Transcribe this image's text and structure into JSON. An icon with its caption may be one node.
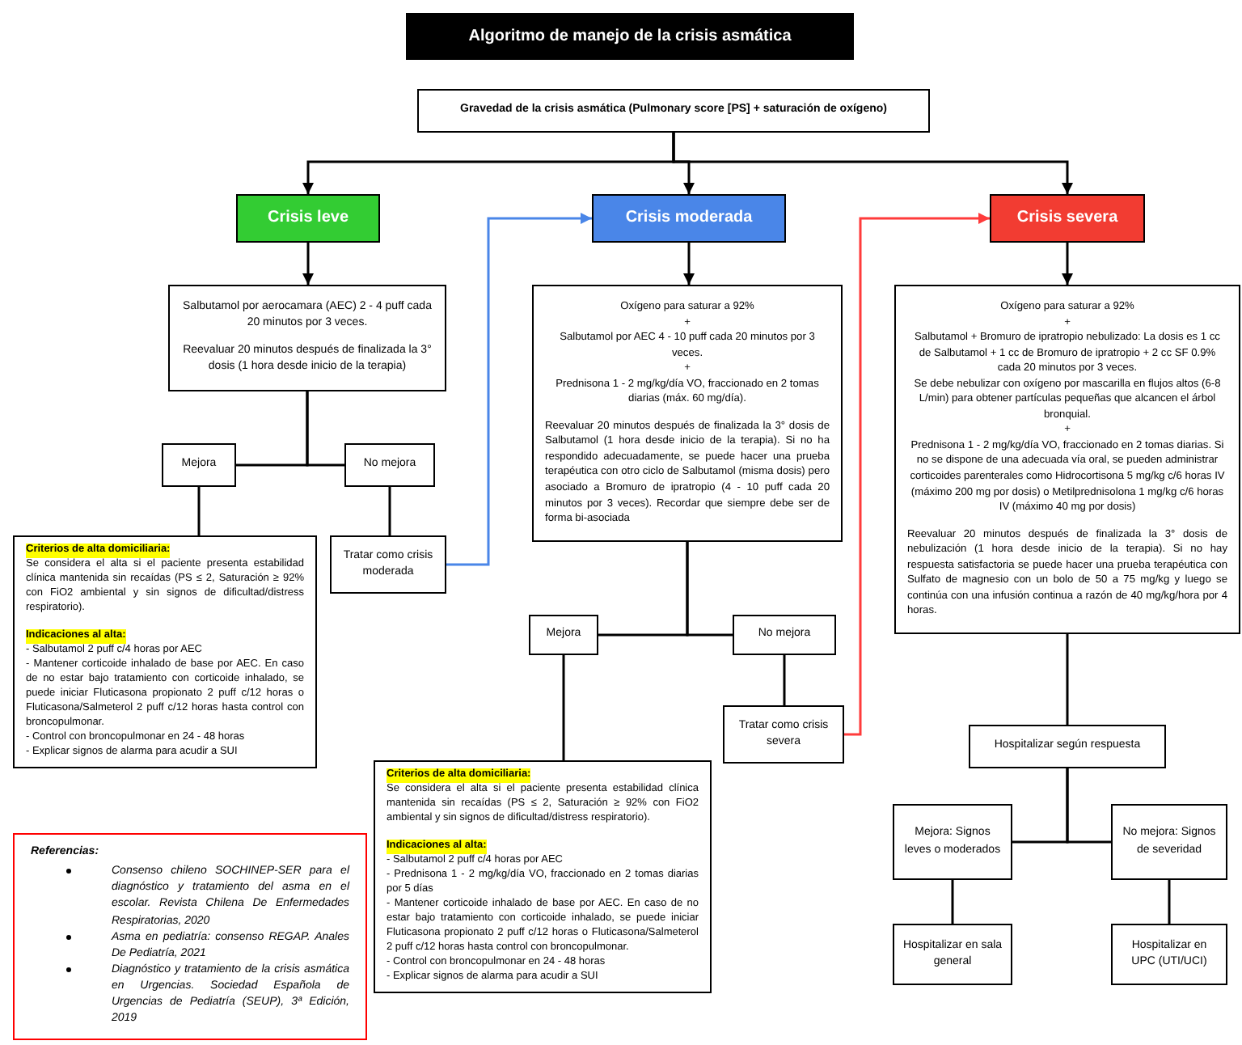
{
  "diagram": {
    "title": "Algoritmo de manejo de la crisis asmática",
    "nodes": [
      {
        "text": [
          "Gravedad de la crisis asmática (Pulmonary score [PS] + saturación de oxígeno)"
        ]
      },
      {
        "text": [
          "Crisis leve"
        ]
      },
      {
        "text": [
          "Crisis moderada"
        ]
      },
      {
        "text": [
          "Crisis severa"
        ]
      },
      {
        "text": [
          "Salbutamol por aerocamara (AEC) 2 - 4 puff cada 20 minutos por 3 veces.",
          "Reevaluar 20 minutos después de finalizada la 3° dosis (1 hora desde inicio de la terapia)"
        ]
      },
      {
        "text": [
          "Mejora"
        ]
      },
      {
        "text": [
          "No mejora"
        ]
      },
      {
        "text": [
          "Criterios de alta domiciliaria:",
          "Se considera el alta si el paciente presenta estabilidad clínica mantenida sin recaídas (PS ≤ 2, Saturación ≥ 92% con FiO2 ambiental y sin signos de dificultad/distress respiratorio).",
          "Indicaciones al alta:",
          "- Salbutamol 2 puff c/4 horas por AEC",
          "- Mantener corticoide inhalado de base por AEC. En caso de no estar bajo tratamiento con corticoide inhalado, se puede iniciar Fluticasona propionato 2 puff c/12 horas o Fluticasona/Salmeterol 2 puff c/12 horas hasta control con broncopulmonar.",
          "- Control con broncopulmonar en 24 - 48 horas",
          "- Explicar signos de alarma para acudir a SUI"
        ]
      },
      {
        "text": [
          "Tratar como crisis moderada"
        ]
      },
      {
        "text": [
          "Oxígeno para saturar a 92%",
          "+",
          "Salbutamol por AEC 4 - 10 puff cada 20 minutos por 3 veces.",
          "+",
          "Prednisona 1 - 2 mg/kg/día VO, fraccionado en 2 tomas diarias (máx. 60 mg/día).",
          "Reevaluar 20 minutos después de finalizada la 3° dosis de Salbutamol (1 hora desde inicio de la terapia). Si no ha respondido adecuadamente, se puede hacer una prueba terapéutica con otro ciclo de Salbutamol (misma dosis) pero asociado a Bromuro de ipratropio (4 - 10 puff cada 20 minutos por 3 veces). Recordar que siempre debe ser de forma bi-asociada"
        ]
      },
      {
        "text": [
          "Mejora"
        ]
      },
      {
        "text": [
          "No mejora"
        ]
      },
      {
        "text": [
          "Criterios de alta domiciliaria:",
          "Se considera el alta si el paciente presenta estabilidad clínica mantenida sin recaídas (PS ≤ 2, Saturación ≥ 92% con FiO2 ambiental y sin signos de dificultad/distress respiratorio).",
          "Indicaciones al alta:",
          "- Salbutamol 2 puff c/4 horas por AEC",
          "- Prednisona 1 - 2 mg/kg/día VO, fraccionado en 2 tomas diarias por 5 días",
          "- Mantener corticoide inhalado de base por AEC. En caso de no estar bajo tratamiento con corticoide inhalado, se puede iniciar Fluticasona propionato 2 puff c/12 horas o Fluticasona/Salmeterol 2 puff c/12 horas hasta control con broncopulmonar.",
          "- Control con broncopulmonar en 24 - 48 horas",
          "- Explicar signos de alarma para acudir a SUI"
        ]
      },
      {
        "text": [
          "Tratar como crisis severa"
        ]
      },
      {
        "text": [
          "Oxígeno para saturar a 92%",
          "+",
          "Salbutamol + Bromuro de ipratropio nebulizado: La dosis es 1 cc de Salbutamol + 1 cc de Bromuro de ipratropio + 2 cc SF 0.9% cada 20 minutos por 3 veces.",
          "Se debe nebulizar con oxígeno por mascarilla en flujos altos (6-8 L/min) para obtener partículas pequeñas que alcancen el árbol bronquial.",
          "+",
          "Prednisona 1 - 2 mg/kg/día VO, fraccionado en 2 tomas diarias. Si no se dispone de una adecuada vía oral, se pueden administrar corticoides parenterales como Hidrocortisona 5 mg/kg c/6 horas IV (máximo 200 mg por dosis) o Metilprednisolona 1 mg/kg c/6 horas IV (máximo 40 mg por dosis)",
          "Reevaluar 20 minutos después de finalizada la 3° dosis de nebulización (1 hora desde inicio de la terapia). Si no hay respuesta satisfactoria se puede hacer una prueba terapéutica con Sulfato de magnesio con un bolo de 50 a 75 mg/kg y luego se continúa con una infusión continua a razón de 40 mg/kg/hora por 4 horas."
        ]
      },
      {
        "text": [
          "Hospitalizar según respuesta"
        ]
      },
      {
        "text": [
          "Mejora: Signos leves o moderados"
        ]
      },
      {
        "text": [
          "No mejora: Signos de severidad"
        ]
      },
      {
        "text": [
          "Hospitalizar en sala general"
        ]
      },
      {
        "text": [
          "Hospitalizar en UPC (UTI/UCI)"
        ]
      },
      {
        "text": [
          "Referencias:",
          "Consenso chileno SOCHINEP-SER para el diagnóstico y tratamiento del asma en el escolar. Revista Chilena De Enfermedades Respiratorias, 2020",
          "Asma en pediatría: consenso REGAP. Anales De Pediatría, 2021",
          "Diagnóstico y tratamiento de la crisis asmática en Urgencias. Sociedad Española de Urgencias de Pediatría (SEUP), 3ª Edición, 2019"
        ]
      }
    ],
    "edges": [
      {
        "from": 0,
        "to": 1,
        "arrow": "to"
      },
      {
        "from": 0,
        "to": 2,
        "arrow": "to"
      },
      {
        "from": 0,
        "to": 3,
        "arrow": "to"
      },
      {
        "from": 1,
        "to": 4,
        "arrow": "to"
      },
      {
        "from": 2,
        "to": 9,
        "arrow": "to"
      },
      {
        "from": 3,
        "to": 14,
        "arrow": "to"
      },
      {
        "from": 4,
        "to": 5,
        "arrow": "none"
      },
      {
        "from": 4,
        "to": 6,
        "arrow": "none"
      },
      {
        "from": 5,
        "to": 7,
        "arrow": "none"
      },
      {
        "from": 6,
        "to": 8,
        "arrow": "none"
      },
      {
        "from": 8,
        "to": 2,
        "arrow": "to",
        "color": "#4a86e8"
      },
      {
        "from": 9,
        "to": 10,
        "arrow": "none"
      },
      {
        "from": 9,
        "to": 11,
        "arrow": "none"
      },
      {
        "from": 10,
        "to": 12,
        "arrow": "none"
      },
      {
        "from": 11,
        "to": 13,
        "arrow": "none"
      },
      {
        "from": 13,
        "to": 3,
        "arrow": "to",
        "color": "#ff3b3b"
      },
      {
        "from": 14,
        "to": 15,
        "arrow": "none"
      },
      {
        "from": 15,
        "to": 16,
        "arrow": "none"
      },
      {
        "from": 15,
        "to": 17,
        "arrow": "none"
      },
      {
        "from": 16,
        "to": 18,
        "arrow": "none"
      },
      {
        "from": 17,
        "to": 19,
        "arrow": "none"
      }
    ]
  }
}
